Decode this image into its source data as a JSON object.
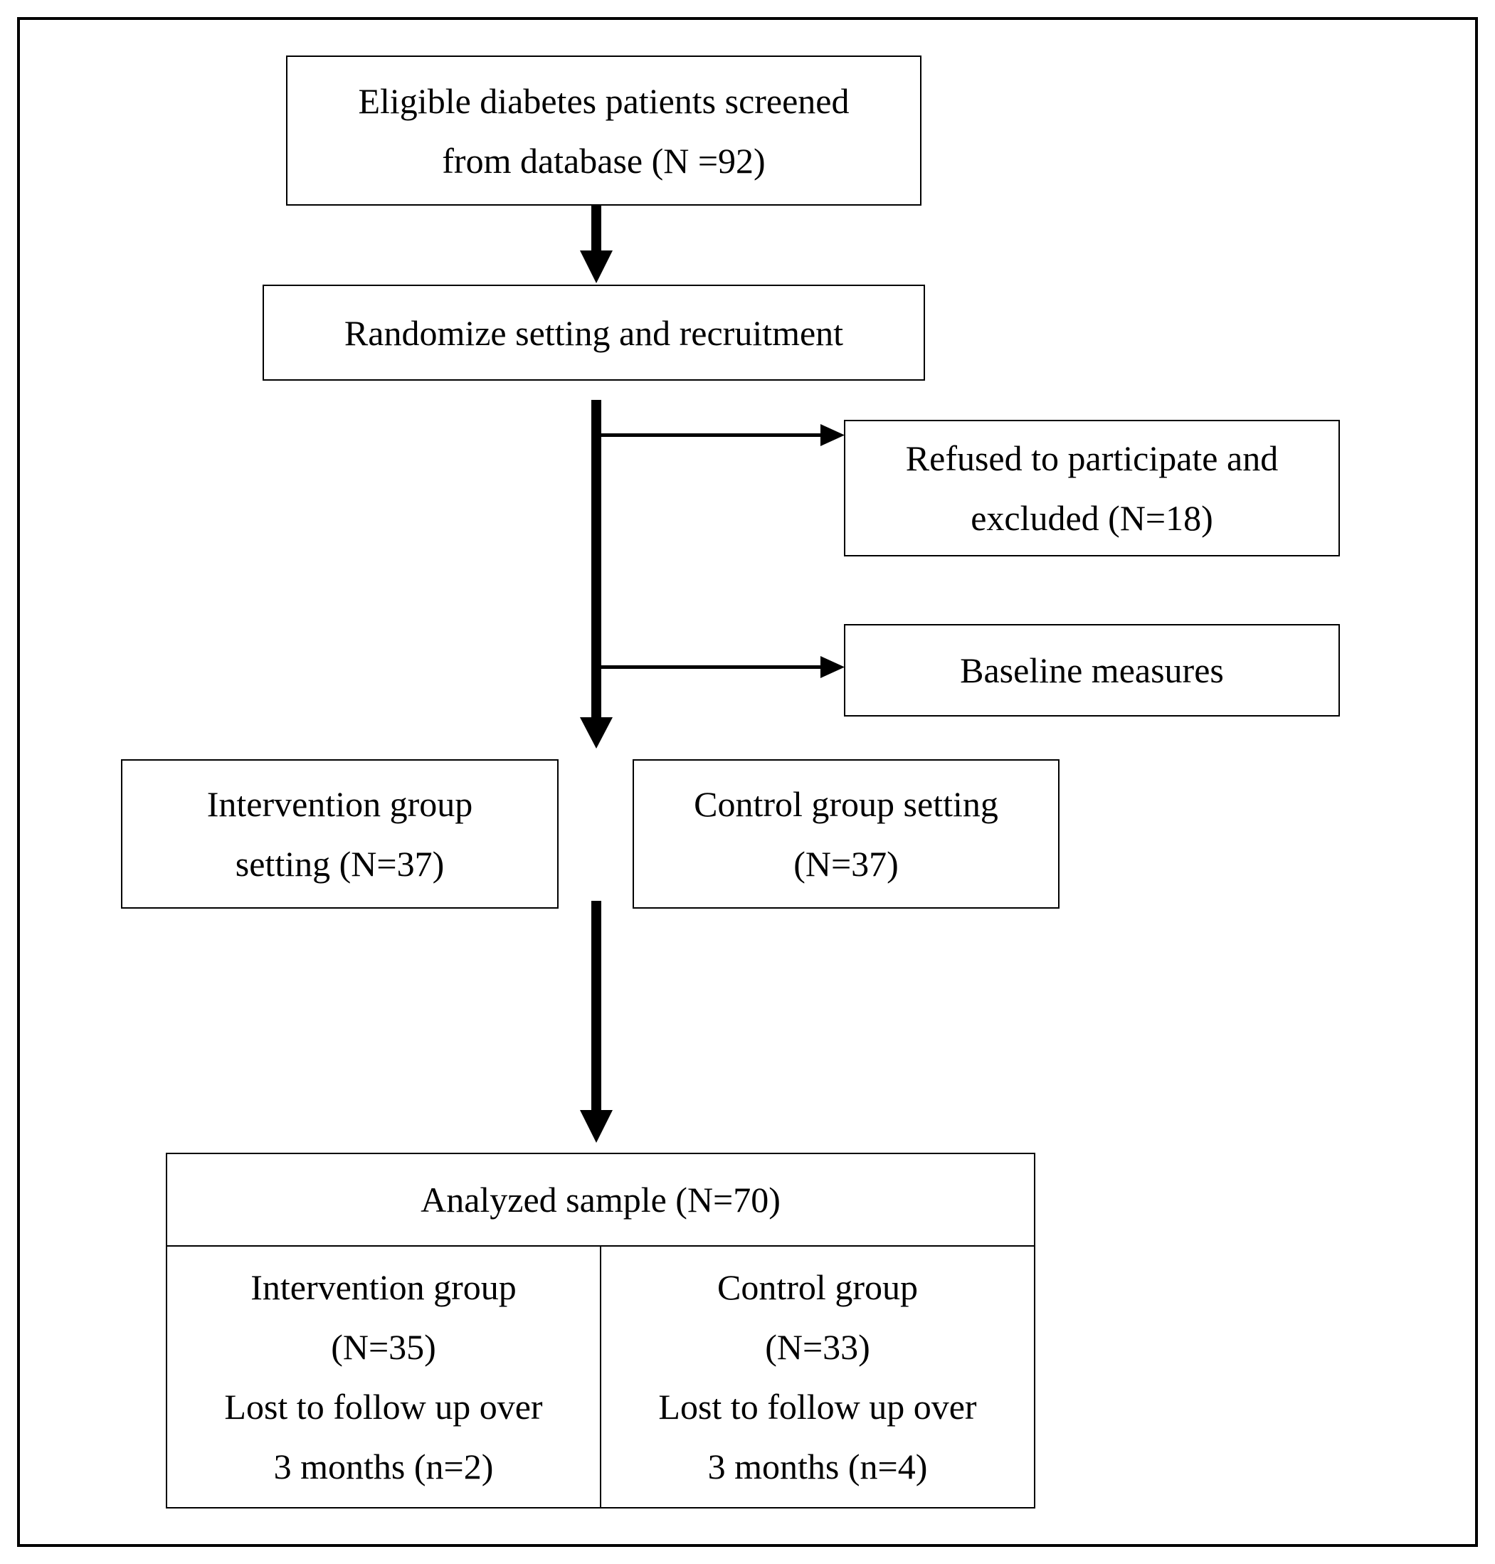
{
  "flowchart": {
    "screened": {
      "line1": "Eligible diabetes patients screened",
      "line2": "from database (N =92)"
    },
    "randomize": {
      "label": "Randomize setting and recruitment"
    },
    "refused": {
      "line1": "Refused to participate and",
      "line2": "excluded (N=18)"
    },
    "baseline": {
      "label": "Baseline measures"
    },
    "intervention_setting": {
      "line1": "Intervention group",
      "line2": "setting (N=37)"
    },
    "control_setting": {
      "line1": "Control group setting",
      "line2": "(N=37)"
    },
    "analyzed": {
      "title": "Analyzed sample (N=70)",
      "intervention": {
        "line1": "Intervention group",
        "line2": "(N=35)",
        "line3": "Lost to follow up over",
        "line4": "3 months (n=2)"
      },
      "control": {
        "line1": "Control group",
        "line2": "(N=33)",
        "line3": "Lost to follow up over",
        "line4": "3 months (n=4)"
      }
    }
  }
}
